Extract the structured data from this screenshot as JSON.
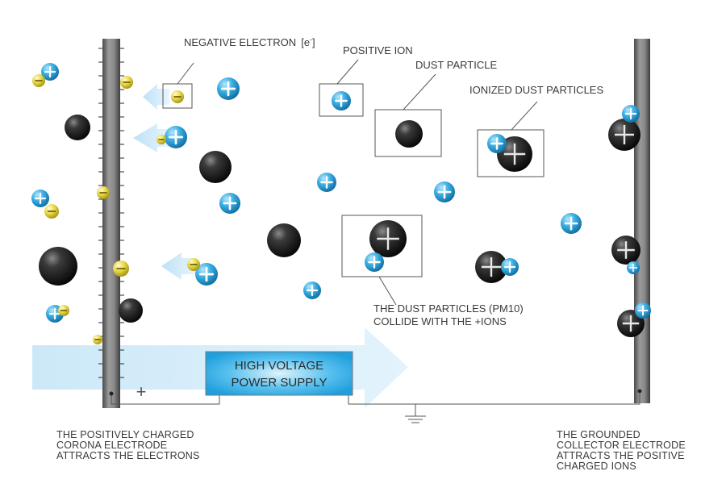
{
  "labels": {
    "negative_electron": "NEGATIVE ELECTRON",
    "electron_symbol": "e",
    "electron_sup": "-",
    "positive_ion": "POSITIVE ION",
    "dust_particle": "DUST PARTICLE",
    "ionized_dust": "IONIZED DUST PARTICLES",
    "collide_line1": "THE DUST PARTICLES (PM10)",
    "collide_line2": "COLLIDE WITH THE +IONS",
    "power_line1": "HIGH VOLTAGE",
    "power_line2": "POWER SUPPLY",
    "plus_terminal": "+",
    "left_caption": "THE POSITIVELY CHARGED\nCORONA ELECTRODE\nATTRACTS THE ELECTRONS",
    "right_caption": "THE GROUNDED\nCOLLECTOR ELECTRODE\nATTRACTS THE POSITIVE\nCHARGED IONS"
  },
  "colors": {
    "ion_blue": "#2a9fd6",
    "electron_yellow": "#e2cf3a",
    "dust_black": "#1c1c1c",
    "flow_arrow": "#cfe9f8",
    "power_glow": "#39b3ec",
    "electrode_gray": "#8a8a8a"
  },
  "icons": [
    "positive-ion-icon",
    "negative-electron-icon",
    "dust-particle-icon",
    "ionized-dust-particle-icon",
    "ground-symbol-icon",
    "flow-arrow-icon"
  ]
}
